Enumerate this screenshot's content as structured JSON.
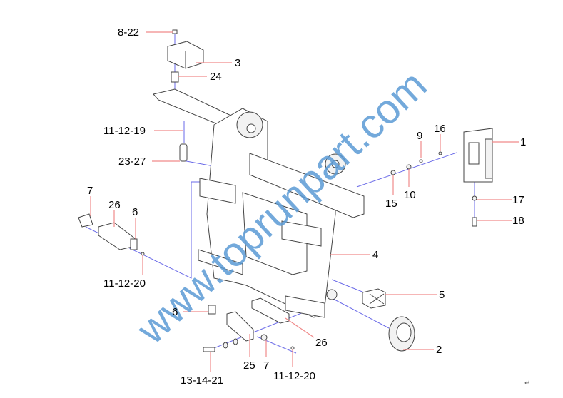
{
  "watermark": "www.toprunpart.com",
  "return_mark": "↵",
  "callouts": {
    "c8_22": "8-22",
    "c3": "3",
    "c24": "24",
    "c11_12_19": "11-12-19",
    "c23_27": "23-27",
    "c7_left": "7",
    "c26_left": "26",
    "c6_left": "6",
    "c11_12_20_left": "11-12-20",
    "c1": "1",
    "c9": "9",
    "c16": "16",
    "c10": "10",
    "c15": "15",
    "c17": "17",
    "c18": "18",
    "c4": "4",
    "c5": "5",
    "c6_bottom": "6",
    "c2": "2",
    "c26_bottom": "26",
    "c13_14_21": "13-14-21",
    "c25": "25",
    "c7_bottom": "7",
    "c11_12_20_bottom": "11-12-20"
  },
  "colors": {
    "leader": "#f08a8a",
    "axis_line": "#6a6ae8",
    "watermark": "#5b9bd5"
  }
}
